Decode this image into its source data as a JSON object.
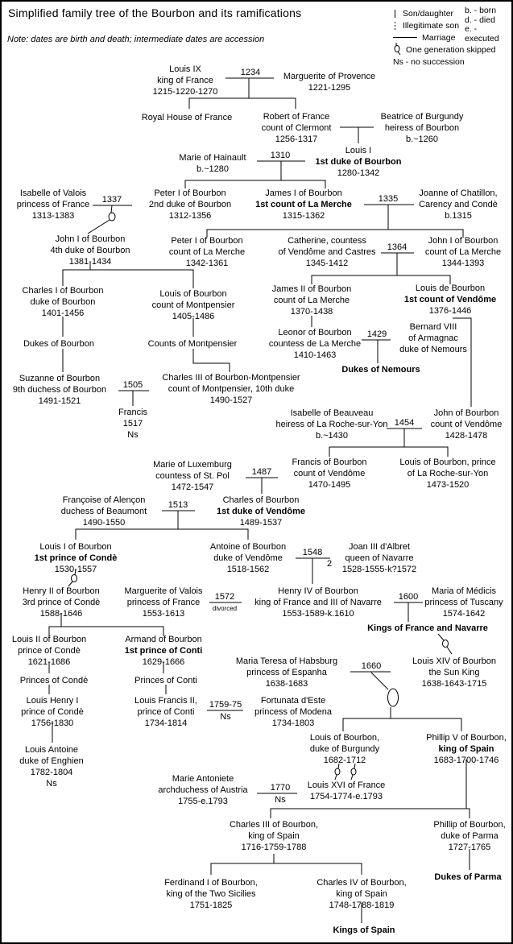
{
  "title": "Simplified family tree of the Bourbon and its ramifications",
  "note": "Note: dates are birth and death; intermediate dates are accession",
  "legend": {
    "son_daughter": "Son/daughter",
    "illegitimate": "Illegitimate son",
    "marriage": "Marriage",
    "generation_skipped": "One generation skipped",
    "no_succession": "Ns - no succession",
    "born": "b. - born",
    "died": "d. - died",
    "executed": "e. - executed"
  },
  "marriages": {
    "m1234": {
      "year": "1234"
    },
    "m1310": {
      "year": "1310"
    },
    "m1337": {
      "year": "1337"
    },
    "m1335": {
      "year": "1335"
    },
    "m1364": {
      "year": "1364"
    },
    "m1429": {
      "year": "1429"
    },
    "m1505": {
      "year": "1505"
    },
    "m1454": {
      "year": "1454"
    },
    "m1487": {
      "year": "1487"
    },
    "m1513": {
      "year": "1513"
    },
    "m1548": {
      "year": "1548",
      "note": "2"
    },
    "m1572": {
      "year": "1572",
      "note": "divorced"
    },
    "m1600": {
      "year": "1600"
    },
    "m1660": {
      "year": "1660"
    },
    "m1759": {
      "year": "1759-75",
      "note": "Ns"
    },
    "m1770": {
      "year": "1770",
      "note": "Ns"
    }
  },
  "nodes": {
    "louis9": {
      "lines": [
        "Louis IX",
        "king of France",
        "1215-1220-1270"
      ]
    },
    "marguerite_provence": {
      "lines": [
        "Marguerite of Provence",
        "1221-1295"
      ]
    },
    "royal_house": {
      "lines": [
        "Royal House of France"
      ]
    },
    "robert_france": {
      "lines": [
        "Robert of France",
        "count of Clermont",
        "1256-1317"
      ]
    },
    "beatrice": {
      "lines": [
        "Beatrice of Burgundy",
        "heiress of Bourbon",
        "b.~1260"
      ]
    },
    "louis1": {
      "lines": [
        "Louis I",
        "1st duke of Bourbon",
        "1280-1342"
      ],
      "bold": [
        1
      ]
    },
    "marie_hainault": {
      "lines": [
        "Marie of Hainault",
        "b.~1280"
      ]
    },
    "isabelle_valois": {
      "lines": [
        "Isabelle of Valois",
        "princess of France",
        "1313-1383"
      ]
    },
    "peter1_duke": {
      "lines": [
        "Peter I of Bourbon",
        "2nd duke of Bourbon",
        "1312-1356"
      ]
    },
    "james1": {
      "lines": [
        "James I of Bourbon",
        "1st count of La Merche",
        "1315-1362"
      ],
      "bold": [
        1
      ]
    },
    "joanne_chatillon": {
      "lines": [
        "Joanne of Chatillon,",
        "Carency and Condè",
        "b.1315"
      ]
    },
    "john1_duke": {
      "lines": [
        "John I of Bourbon",
        "4th duke of Bourbon",
        "1381-1434"
      ]
    },
    "peter1_marche": {
      "lines": [
        "Peter I of Bourbon",
        "count of La Merche",
        "1342-1361"
      ]
    },
    "catherine": {
      "lines": [
        "Catherine, countess",
        "of Vendôme and Castres",
        "1345-1412"
      ]
    },
    "john1_marche": {
      "lines": [
        "John I of Bourbon",
        "count of La Merche",
        "1344-1393"
      ]
    },
    "charles1": {
      "lines": [
        "Charles I of Bourbon",
        "duke of Bourbon",
        "1401-1456"
      ]
    },
    "louis_montpensier": {
      "lines": [
        "Louis of Bourbon",
        "count of Montpensier",
        "1405-1486"
      ]
    },
    "james2": {
      "lines": [
        "James II of Bourbon",
        "count of La Merche",
        "1370-1438"
      ]
    },
    "louis_vendome": {
      "lines": [
        "Louis de Bourbon",
        "1st count of Vendôme",
        "1376-1446"
      ],
      "bold": [
        1
      ]
    },
    "dukes_bourbon": {
      "lines": [
        "Dukes of Bourbon"
      ]
    },
    "counts_montpensier": {
      "lines": [
        "Counts of Montpensier"
      ]
    },
    "leonor": {
      "lines": [
        "Leonor of Bourbon",
        "countess de La Merche",
        "1410-1463"
      ]
    },
    "bernard8": {
      "lines": [
        "Bernard VIII",
        "of Armagnac",
        "duke of Nemours"
      ]
    },
    "dukes_nemours": {
      "lines": [
        "Dukes of Nemours"
      ],
      "bold": [
        0
      ]
    },
    "suzanne": {
      "lines": [
        "Suzanne of Bourbon",
        "9th duchess of Bourbon",
        "1491-1521"
      ]
    },
    "charles3_mont": {
      "lines": [
        "Charles III of Bourbon-Montpensier",
        "count of Montpensier, 10th duke",
        "1490-1527"
      ]
    },
    "francis1517": {
      "lines": [
        "Francis",
        "1517",
        "Ns"
      ]
    },
    "isabelle_beauveau": {
      "lines": [
        "Isabelle of Beauveau",
        "heiress of La Roche-sur-Yon",
        "b.~1430"
      ]
    },
    "john_vendome": {
      "lines": [
        "John of Bourbon",
        "count of Vendôme",
        "1428-1478"
      ]
    },
    "marie_luxemburg": {
      "lines": [
        "Marie of Luxemburg",
        "countess of St. Pol",
        "1472-1547"
      ]
    },
    "francis_vendome": {
      "lines": [
        "Francis of Bourbon",
        "count of Vendôme",
        "1470-1495"
      ]
    },
    "louis_roche": {
      "lines": [
        "Louis of Bourbon, prince",
        "of La Roche-sur-Yon",
        "1473-1520"
      ]
    },
    "francoise_alencon": {
      "lines": [
        "Françoise of Alençon",
        "duchess of Beaumont",
        "1490-1550"
      ]
    },
    "charles_vendome": {
      "lines": [
        "Charles of Bourbon",
        "1st duke of Vendôme",
        "1489-1537"
      ],
      "bold": [
        1
      ]
    },
    "louis1_conde": {
      "lines": [
        "Louis I of Bourbon",
        "1st prince of Condè",
        "1530-1557"
      ],
      "bold": [
        1
      ]
    },
    "antoine": {
      "lines": [
        "Antoine of Bourbon",
        "duke of Vendôme",
        "1518-1562"
      ]
    },
    "joan_albret": {
      "lines": [
        "Joan III d'Albret",
        "queen of Navarre",
        "1528-1555-k?1572"
      ]
    },
    "henry2_conde": {
      "lines": [
        "Henry II of Bourbon",
        "3rd prince of Condè",
        "1588-1646"
      ]
    },
    "marguerite_valois": {
      "lines": [
        "Marguerite of Valois",
        "princess of France",
        "1553-1613"
      ]
    },
    "henry4": {
      "lines": [
        "Henry IV of Bourbon",
        "king of France and III of Navarre",
        "1553-1589-k.1610"
      ]
    },
    "maria_medicis": {
      "lines": [
        "Maria of Médicis",
        "princess of Tuscany",
        "1574-1642"
      ]
    },
    "kings_france_navarre": {
      "lines": [
        "Kings of France and Navarre"
      ],
      "bold": [
        0
      ]
    },
    "louis2_conde": {
      "lines": [
        "Louis II of Bourbon",
        "prince of Condè",
        "1621-1686"
      ]
    },
    "armand_conti": {
      "lines": [
        "Armand of Bourbon",
        "1st prince of Conti",
        "1629-1666"
      ],
      "bold": [
        1
      ]
    },
    "maria_teresa": {
      "lines": [
        "Maria Teresa of Habsburg",
        "princess of Espanha",
        "1638-1683"
      ]
    },
    "louis14": {
      "lines": [
        "Louis XIV of Bourbon",
        "the Sun King",
        "1638-1643-1715"
      ]
    },
    "princes_conde": {
      "lines": [
        "Princes of Condè"
      ]
    },
    "princes_conti": {
      "lines": [
        "Princes of Conti"
      ]
    },
    "louis_henry1": {
      "lines": [
        "Louis Henry I",
        "prince of Condè",
        "1756-1830"
      ]
    },
    "louis_francis2": {
      "lines": [
        "Louis Francis II,",
        "prince of Conti",
        "1734-1814"
      ]
    },
    "fortunata": {
      "lines": [
        "Fortunata d'Este",
        "princess of Modena",
        "1734-1803"
      ]
    },
    "louis_burgundy": {
      "lines": [
        "Louis of Bourbon,",
        "duke of Burgundy",
        "1682-1712"
      ]
    },
    "phillip5": {
      "lines": [
        "Phillip V of Bourbon,",
        "king of Spain",
        "1683-1700-1746"
      ],
      "bold": [
        1
      ]
    },
    "louis_antoine": {
      "lines": [
        "Louis Antoine",
        "duke of Enghien",
        "1782-1804",
        "Ns"
      ]
    },
    "marie_antoniete": {
      "lines": [
        "Marie Antoniete",
        "archduchess of Austria",
        "1755-e.1793"
      ]
    },
    "louis16": {
      "lines": [
        "Louis XVI of France",
        "1754-1774-e.1793"
      ]
    },
    "charles3_spain": {
      "lines": [
        "Charles III of Bourbon,",
        "king of Spain",
        "1716-1759-1788"
      ]
    },
    "phillip_parma": {
      "lines": [
        "Phillip of Bourbon,",
        "duke of Parma",
        "1727-1765"
      ]
    },
    "dukes_parma": {
      "lines": [
        "Dukes of Parma"
      ],
      "bold": [
        0
      ]
    },
    "ferdinand1": {
      "lines": [
        "Ferdinand I of Bourbon,",
        "king of the Two Sicilies",
        "1751-1825"
      ]
    },
    "charles4_spain": {
      "lines": [
        "Charles IV of Bourbon,",
        "king of Spain",
        "1748-1788-1819"
      ]
    },
    "kings_spain": {
      "lines": [
        "Kings of Spain"
      ],
      "bold": [
        0
      ]
    }
  }
}
